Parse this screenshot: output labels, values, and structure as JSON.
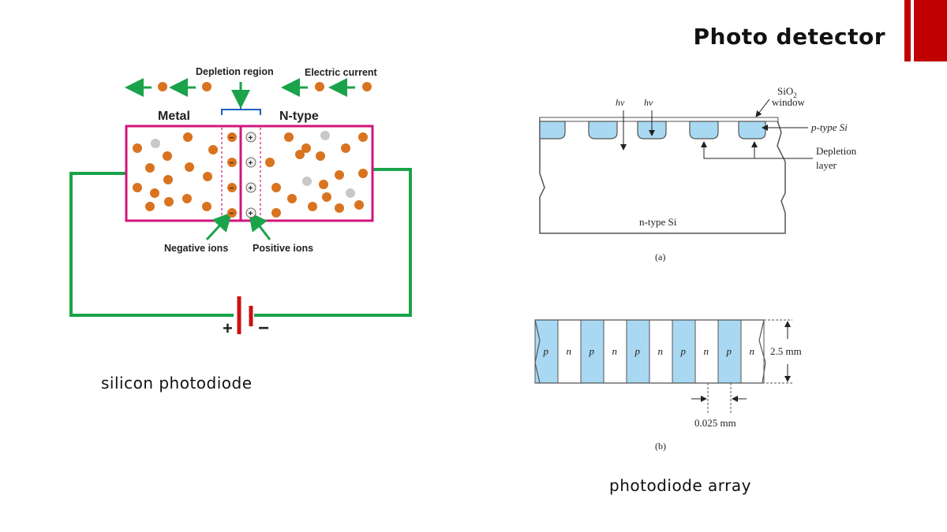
{
  "slide": {
    "title": "Photo detector",
    "accent_color": "#c00000"
  },
  "left_diagram": {
    "caption": "silicon photodiode",
    "labels": {
      "depletion_region": "Depletion region",
      "electric_current": "Electric current",
      "metal": "Metal",
      "n_type": "N-type",
      "negative_ions": "Negative ions",
      "positive_ions": "Positive ions",
      "plus": "+",
      "minus": "−"
    },
    "colors": {
      "box": "#d0157c",
      "wire": "#1aa34a",
      "electron": "#d9731f",
      "hole": "#c8c8c8",
      "bracket": "#1f5fbf",
      "battery": "#cc1111"
    }
  },
  "right_diagram": {
    "caption": "photodiode array",
    "part_a": {
      "label": "(a)",
      "sio2": "SiO",
      "sio2_sub": "2",
      "window": "window",
      "hv1": "hν",
      "hv2": "hν",
      "p_type": "p-type Si",
      "depletion1": "Depletion",
      "depletion2": "layer",
      "n_type": "n-type Si"
    },
    "part_b": {
      "label": "(b)",
      "strips": [
        "p",
        "n",
        "p",
        "n",
        "p",
        "n",
        "p",
        "n",
        "p",
        "n"
      ],
      "height": "2.5 mm",
      "gap": "0.025 mm"
    },
    "colors": {
      "p_fill": "#a9d8f2"
    }
  }
}
